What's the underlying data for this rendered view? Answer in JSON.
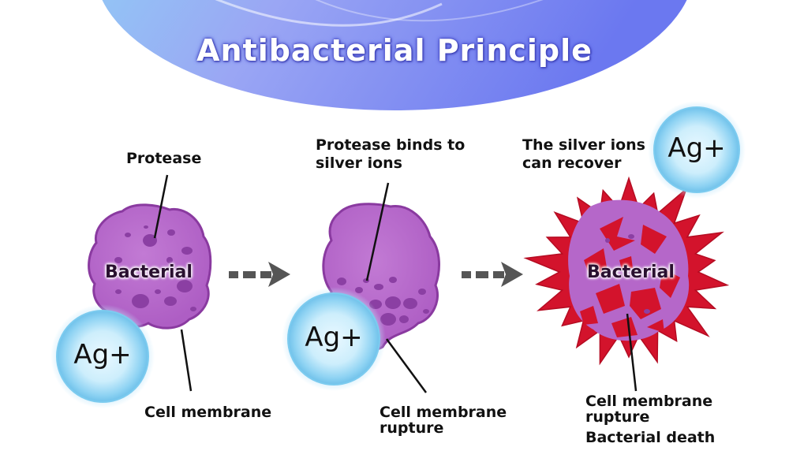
{
  "title": "Antibacterial Principle",
  "stage1": {
    "top_label": "Protease",
    "bacteria_label": "Bacterial",
    "ion_label": "Ag+",
    "bottom_label": "Cell membrane"
  },
  "stage2": {
    "top_label_line1": "Protease binds to",
    "top_label_line2": "silver ions",
    "ion_label": "Ag+",
    "bottom_label_line1": "Cell membrane",
    "bottom_label_line2": "rupture"
  },
  "stage3": {
    "top_label_line1": "The silver ions",
    "top_label_line2": "can recover",
    "ion_label": "Ag+",
    "bacteria_label": "Bacterial",
    "bottom_label_line1": "Cell membrane",
    "bottom_label_line2": "rupture",
    "bottom_label_line3": "Bacterial death"
  },
  "colors": {
    "banner": "#7f86f2",
    "bacteria_fill": "#b566c8",
    "bacteria_edge": "#8a3aa0",
    "bacteria_spots": "#8b3fa3",
    "burst": "#d3132c",
    "ion_core": "#cfeefc",
    "ion_edge": "#6fc1ea",
    "arrow": "#555555"
  }
}
